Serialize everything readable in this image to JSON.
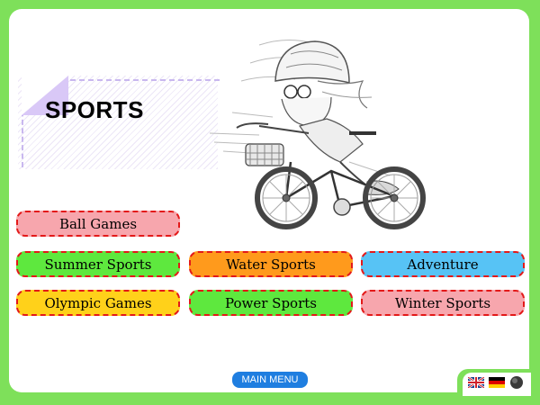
{
  "page": {
    "title": "SPORTS"
  },
  "categories": [
    {
      "label": "Ball Games",
      "color": "#f7a6ad"
    },
    {
      "label": "Summer Sports",
      "color": "#5ee83e"
    },
    {
      "label": "Water Sports",
      "color": "#ff9a1c"
    },
    {
      "label": "Adventure",
      "color": "#57c3f5"
    },
    {
      "label": "Olympic Games",
      "color": "#ffd11a"
    },
    {
      "label": "Power Sports",
      "color": "#5ee83e"
    },
    {
      "label": "Winter Sports",
      "color": "#f7a6ad"
    }
  ],
  "footer": {
    "main_menu_label": "MAIN MENU",
    "icons": [
      "uk-flag-icon",
      "germany-flag-icon",
      "sound-icon"
    ]
  },
  "theme": {
    "frame_color": "#7ee05a",
    "button_border": "#e31919",
    "main_menu_color": "#1f7ee0"
  }
}
